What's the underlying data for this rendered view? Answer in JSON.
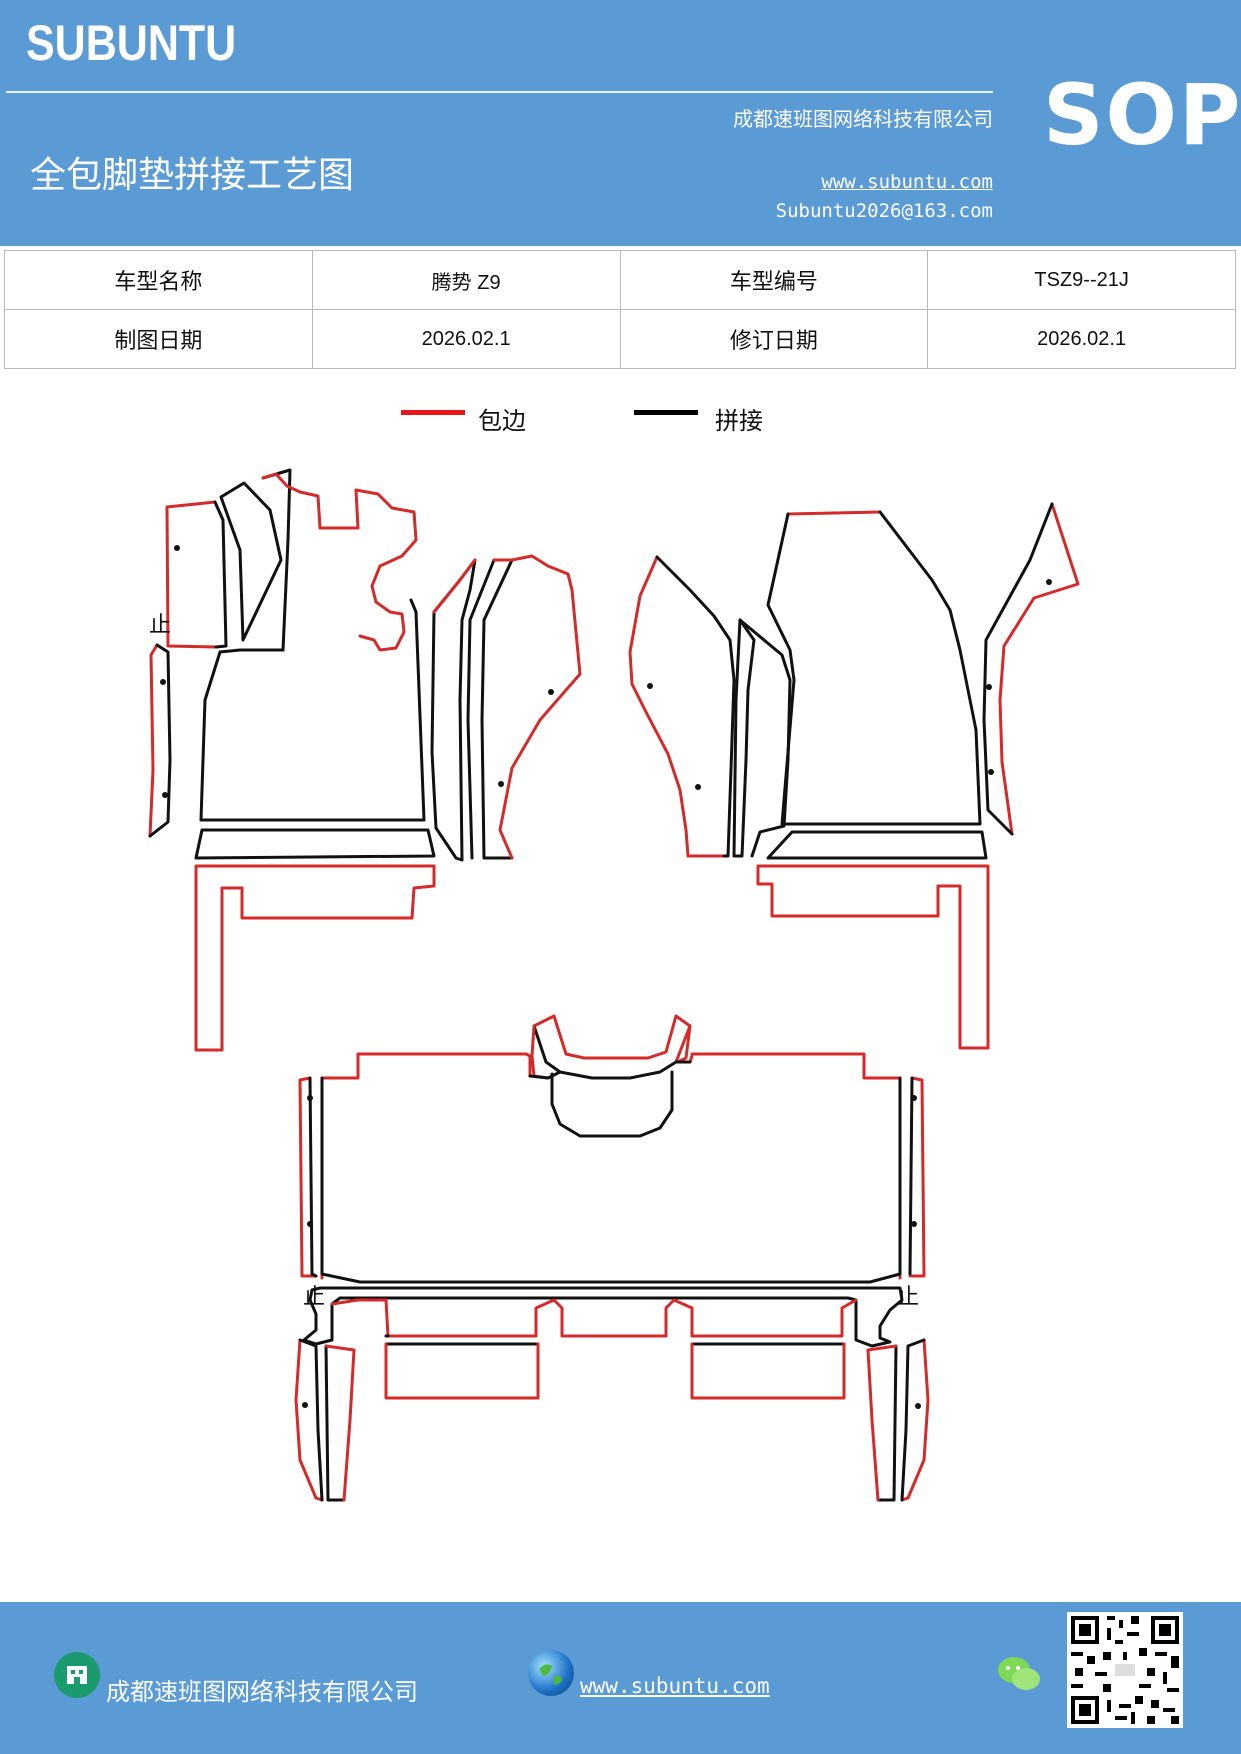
{
  "header": {
    "logo": "SUBUNTU",
    "company": "成都速班图网络科技有限公司",
    "title": "全包脚垫拼接工艺图",
    "url": "www.subuntu.com",
    "email": "Subuntu2026@163.com",
    "badge": "SOP"
  },
  "info_table": {
    "rows": [
      [
        "车型名称",
        "腾势 Z9",
        "车型编号",
        "TSZ9--21J"
      ],
      [
        "制图日期",
        "2026.02.1",
        "修订日期",
        "2026.02.1"
      ]
    ]
  },
  "legend": [
    {
      "label": "包边",
      "color": "#e8161b"
    },
    {
      "label": "拼接",
      "color": "#000000"
    }
  ],
  "diagram": {
    "stop_mark": "止",
    "edge_color": "#d42a2a",
    "seam_color": "#111111"
  },
  "footer": {
    "company": "成都速班图网络科技有限公司",
    "url": "www.subuntu.com ",
    "building_icon": "building-icon",
    "globe_icon": "globe-icon",
    "wechat_icon": "wechat-icon",
    "qr_code": "qr-code"
  }
}
